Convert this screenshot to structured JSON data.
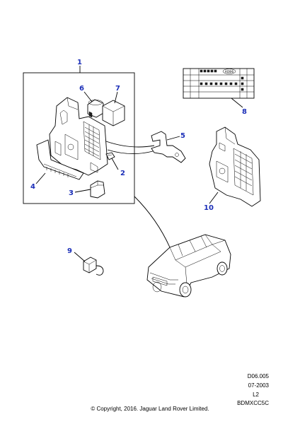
{
  "callouts": {
    "c1": "1",
    "c2": "2",
    "c3": "3",
    "c4": "4",
    "c5": "5",
    "c6": "6",
    "c7": "7",
    "c8": "8",
    "c9": "9",
    "c10": "10"
  },
  "label_chart": {
    "code": "ADB6"
  },
  "references": {
    "doc_code": "D06.005",
    "date": "07-2003",
    "level": "L2",
    "illustration_code": "BDMXCC5C"
  },
  "footer": {
    "copyright": "© Copyright, 2016. Jaguar Land Rover Limited."
  },
  "colors": {
    "callout": "#1c2fb8",
    "line": "#000000",
    "background": "#ffffff"
  }
}
